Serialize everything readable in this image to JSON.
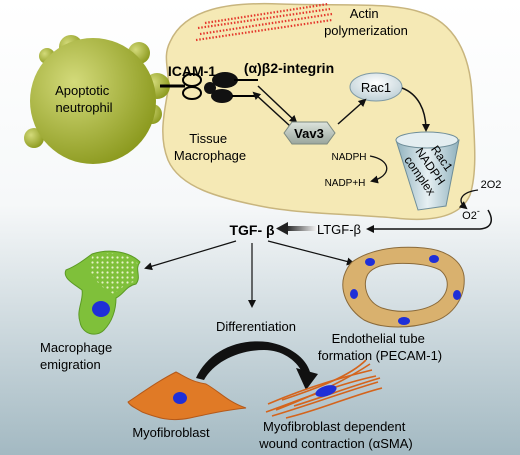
{
  "colors": {
    "background_top": "#ffffff",
    "background_bottom": "#9fb5bf",
    "macrophage_fill": "#f5e9b5",
    "macrophage_stroke": "#c8b57e",
    "neutrophil": "#a6b32f",
    "actin": "#e4382c",
    "rac1_node": "#d7e3e6",
    "vav3_node": "#aeb8b1",
    "emigrating_macrophage": "#7fc03a",
    "myofibroblast": "#e07a26",
    "endothelial_tube": "#d9b16e",
    "nucleus": "#1f2fd8"
  },
  "labels": {
    "actin": "Actin polymerization",
    "neutrophil": "Apoptotic neutrophil",
    "icam": "ICAM-1",
    "integrin": "(α)β2-integrin",
    "rac1": "Rac1",
    "vav3": "Vav3",
    "tissue_macrophage": "Tissue Macrophage",
    "nadph": "NADPH",
    "nadp": "NADP+H",
    "complex": "Rac1 NADPH complex",
    "o2": "2O2",
    "superoxide": "O2-",
    "tgf": "TGF- β",
    "ltgf": "LTGF-β",
    "macrophage_emigration": "Macrophage emigration",
    "differentiation": "Differentiation",
    "endothelial": "Endothelial tube formation (PECAM-1)",
    "myofibroblast": "Myofibroblast",
    "wound_contraction": "Myofibroblast dependent wound contraction (αSMA)"
  }
}
